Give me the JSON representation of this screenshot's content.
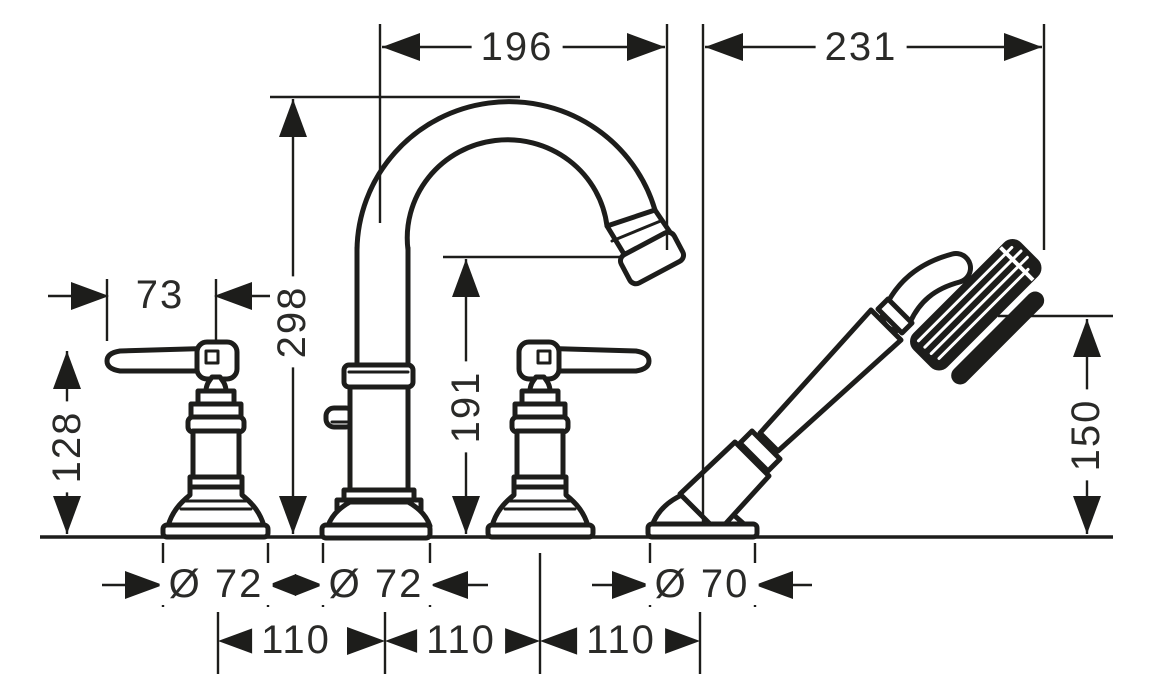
{
  "drawing": {
    "type": "technical-dimension-drawing",
    "subject": "4-hole rim mounted bath mixer with lever handles and hand shower",
    "line_color": "#1d1d1b",
    "text_color": "#2a2a28",
    "background_color": "#ffffff",
    "units": "mm",
    "dims": {
      "spout_reach": "196",
      "handshower_reach": "231",
      "handle_lever_width": "73",
      "spout_height": "298",
      "spout_outlet_height": "191",
      "handle_height": "128",
      "handshower_height": "150",
      "handle_base_diameter": "Ø 72",
      "spout_base_diameter": "Ø 72",
      "holder_base_diameter": "Ø 70",
      "hole_pitch_left": "110",
      "hole_pitch_middle": "110",
      "hole_pitch_right": "110"
    }
  }
}
